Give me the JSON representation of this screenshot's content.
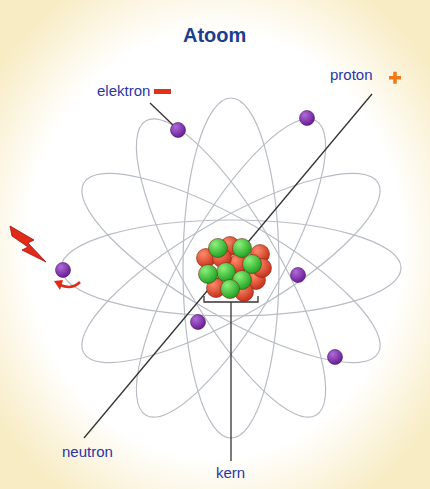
{
  "diagram": {
    "title": "Atoom",
    "labels": [
      "elektron",
      "proton",
      "neutron",
      "kern"
    ]
  }
}
